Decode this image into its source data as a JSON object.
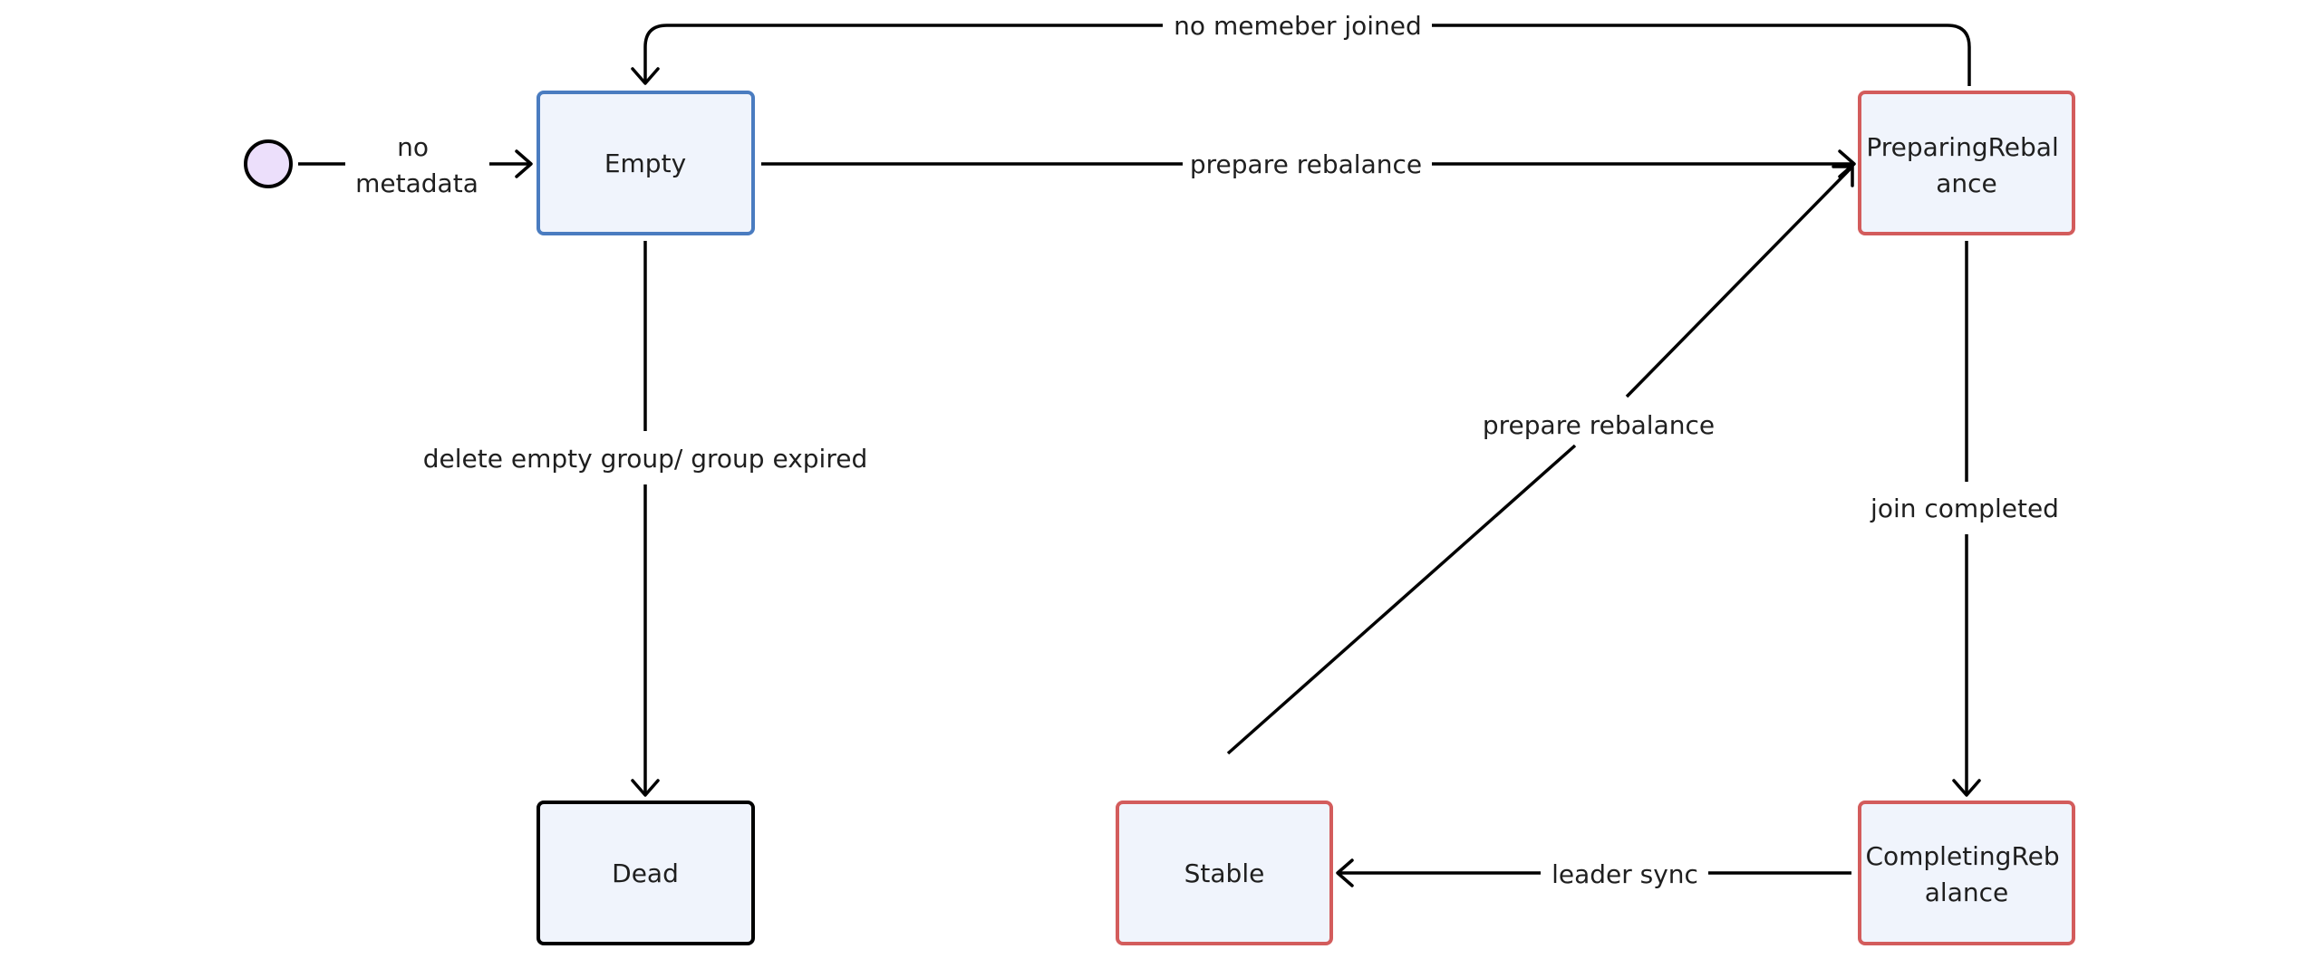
{
  "colors": {
    "box_fill": "#f0f4fc",
    "empty_border": "#4a7cc0",
    "dead_border": "#000000",
    "rebalance_border": "#d35c5c",
    "start_fill": "#ecdffb",
    "line": "#000000",
    "text": "#1f1f1f"
  },
  "start": {
    "icon": "initial-state-circle"
  },
  "states": {
    "empty": "Empty",
    "dead": "Dead",
    "stable": "Stable",
    "preparing": [
      "PreparingRebal",
      "ance"
    ],
    "completing": [
      "CompletingReb",
      "alance"
    ]
  },
  "transitions": {
    "start_to_empty": [
      "no",
      "metadata"
    ],
    "no_member_joined": "no memeber joined",
    "empty_to_preparing": "prepare rebalance",
    "empty_to_dead": "delete empty group/ group expired",
    "stable_to_preparing": "prepare rebalance",
    "join_completed": "join completed",
    "leader_sync": "leader sync"
  }
}
